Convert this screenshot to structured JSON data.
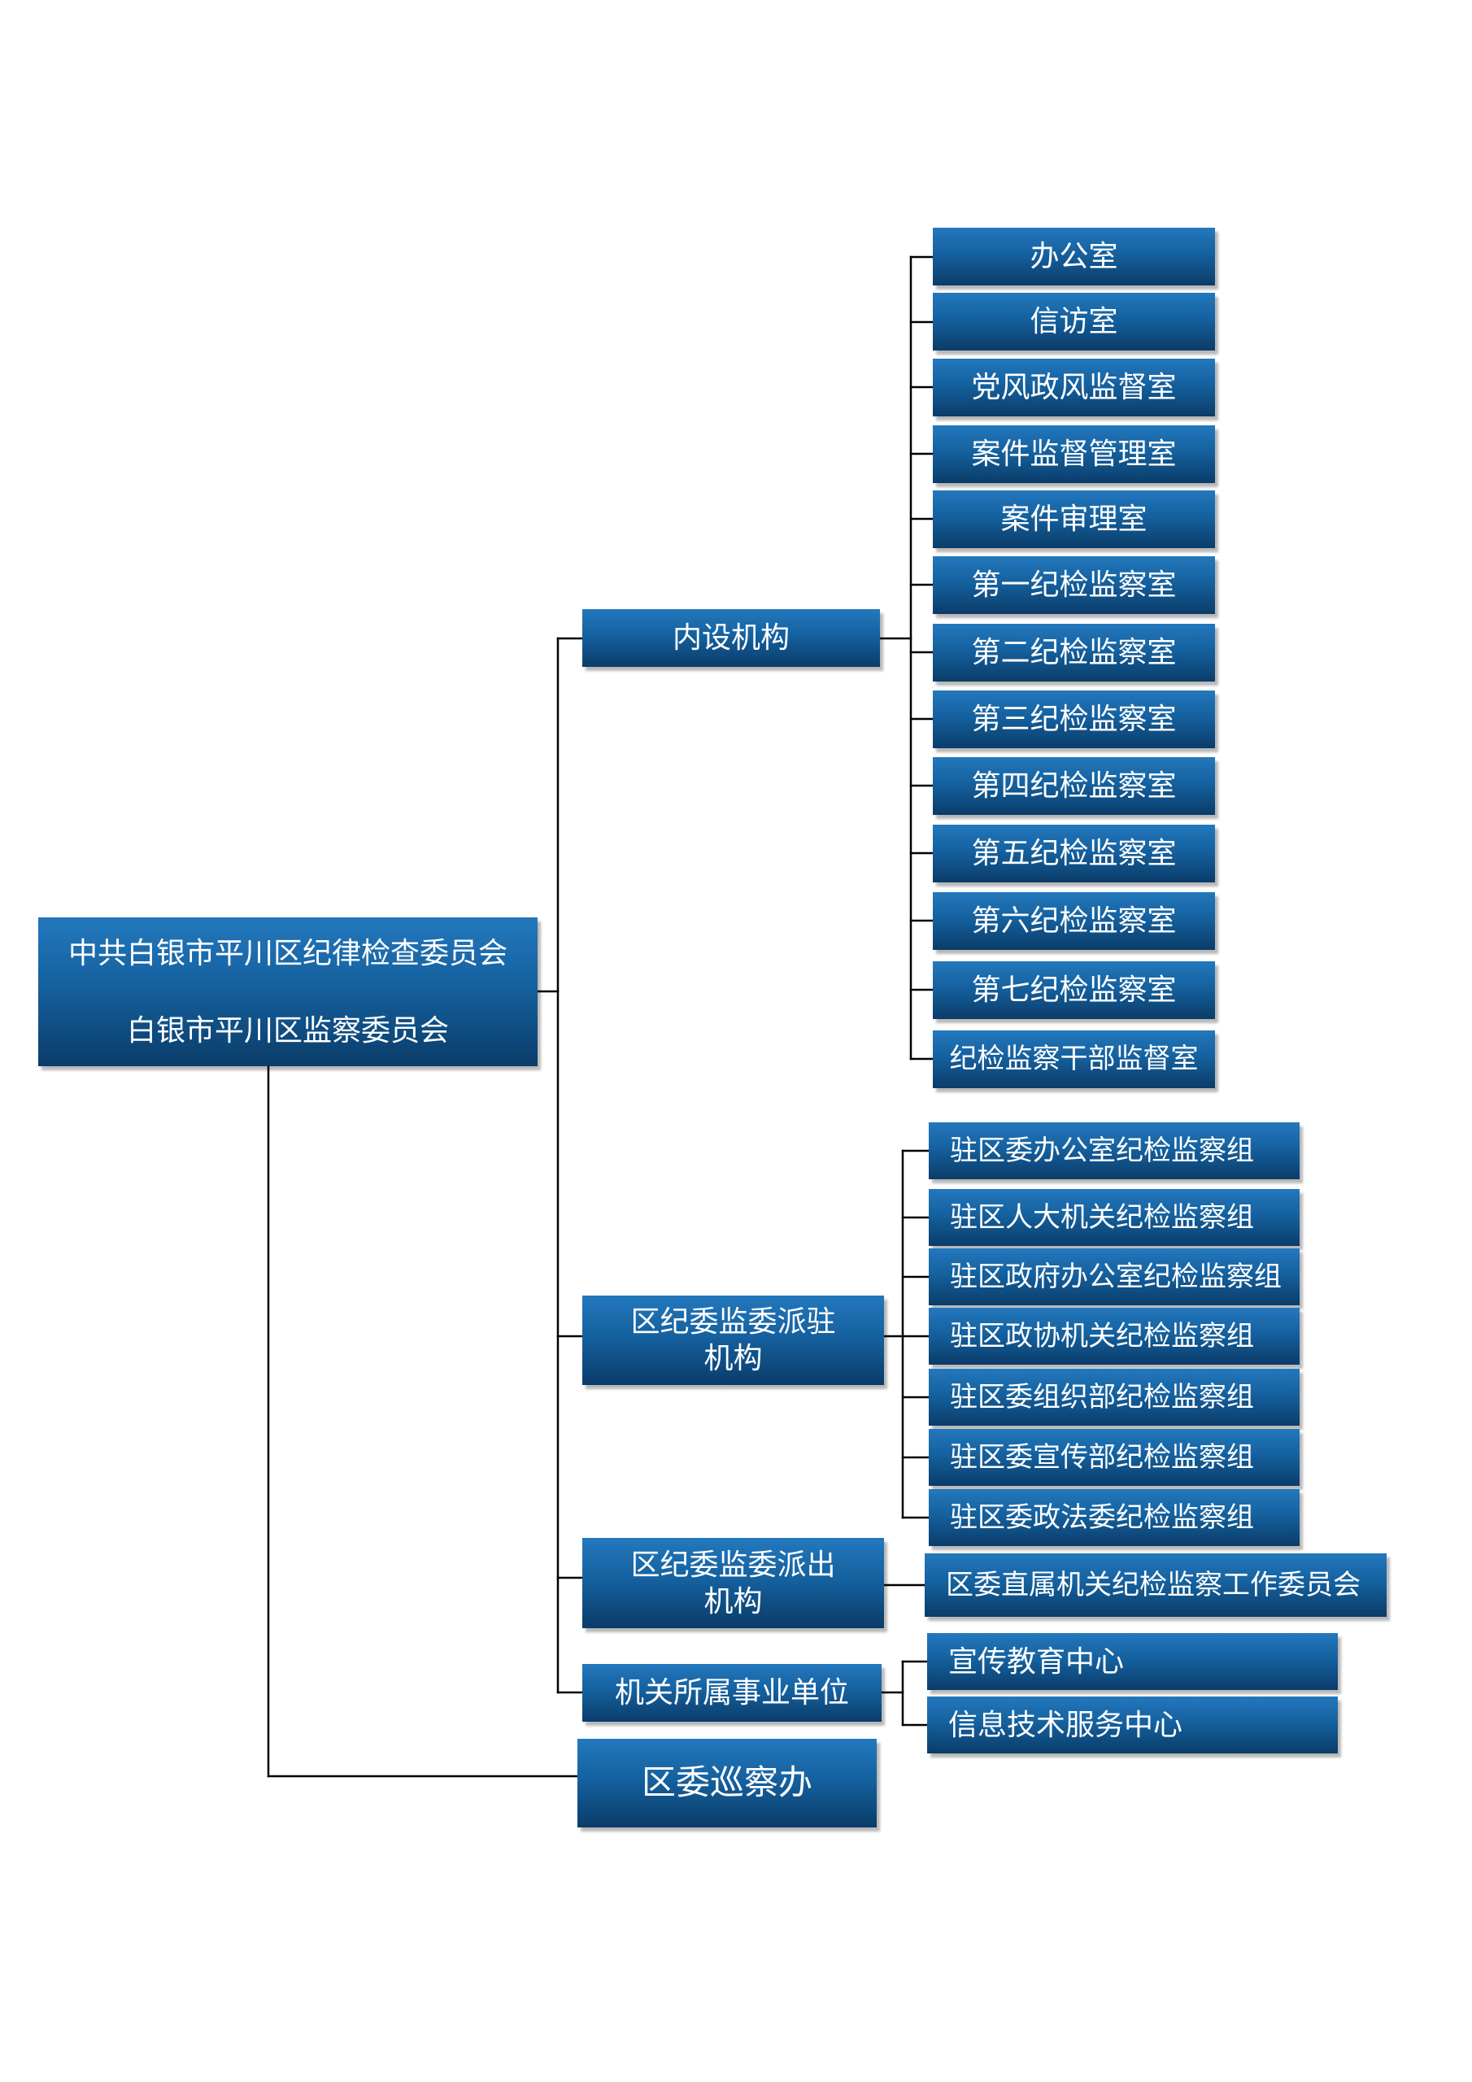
{
  "root": {
    "line1": "中共白银市平川区纪律检查委员会",
    "line2": "白银市平川区监察委员会"
  },
  "internal": {
    "title": "内设机构",
    "items": [
      "办公室",
      "信访室",
      "党风政风监督室",
      "案件监督管理室",
      "案件审理室",
      "第一纪检监察室",
      "第二纪检监察室",
      "第三纪检监察室",
      "第四纪检监察室",
      "第五纪检监察室",
      "第六纪检监察室",
      "第七纪检监察室",
      "纪检监察干部监督室"
    ]
  },
  "stationed": {
    "title_line1": "区纪委监委派驻",
    "title_line2": "机构",
    "items": [
      "驻区委办公室纪检监察组",
      "驻区人大机关纪检监察组",
      "驻区政府办公室纪检监察组",
      "驻区政协机关纪检监察组",
      "驻区委组织部纪检监察组",
      "驻区委宣传部纪检监察组",
      "驻区委政法委纪检监察组"
    ]
  },
  "dispatched": {
    "title_line1": "区纪委监委派出",
    "title_line2": "机构",
    "items": [
      "区委直属机关纪检监察工作委员会"
    ]
  },
  "affiliated": {
    "title": "机关所属事业单位",
    "items": [
      "宣传教育中心",
      "信息技术服务中心"
    ]
  },
  "inspection": {
    "title": "区委巡察办"
  }
}
